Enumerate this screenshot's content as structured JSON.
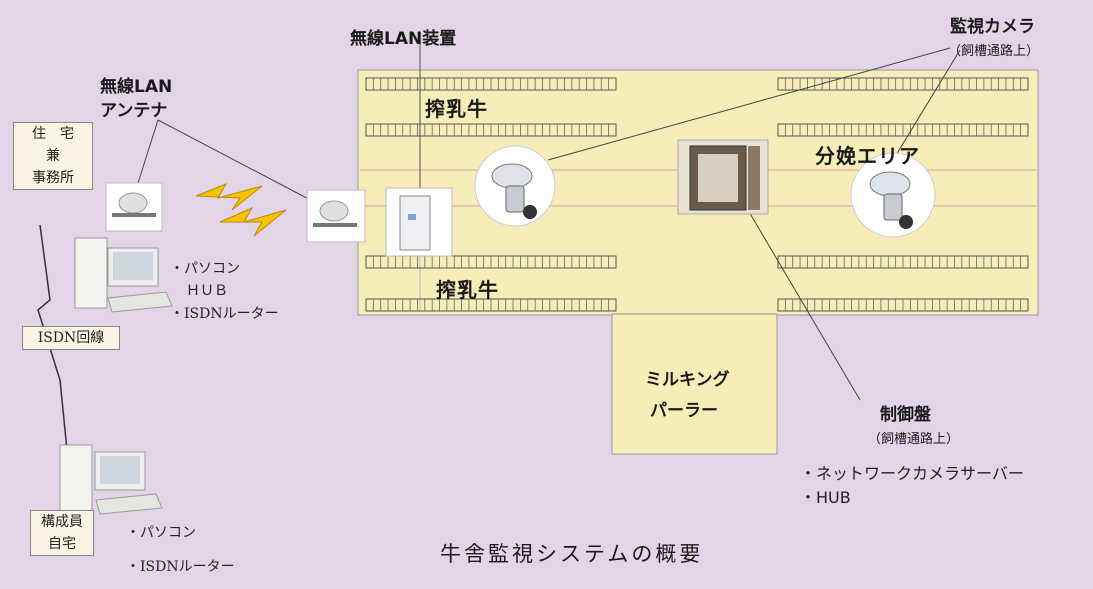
{
  "title": "牛舎監視システムの概要",
  "labels": {
    "lan_device": "無線LAN装置",
    "antenna_line1": "無線LAN",
    "antenna_line2": "アンテナ",
    "camera": "監視カメラ",
    "camera_note": "（飼槽通路上）",
    "milking_cow_top": "搾乳牛",
    "milking_cow_bottom": "搾乳牛",
    "calving_area": "分娩エリア",
    "milking_parlor_line1": "ミルキング",
    "milking_parlor_line2": "パーラー",
    "control_panel": "制御盤",
    "control_panel_note": "（飼槽通路上）",
    "residence_lines": [
      "住　宅",
      "兼",
      "事務所"
    ],
    "isdn_line": "ISDN回線",
    "member_home_lines": [
      "構成員",
      "自宅"
    ]
  },
  "office_equipment": [
    "・パソコン",
    "ＨＵＢ",
    "・ISDNルーター"
  ],
  "panel_equipment": [
    "・ネットワークカメラサーバー",
    "・HUB"
  ],
  "member_equipment": [
    "・パソコン",
    "・ISDNルーター"
  ],
  "icons": [
    "antenna-icon",
    "wireless-signal-icon",
    "lan-device-icon",
    "camera-icon",
    "control-panel-icon",
    "computer-icon"
  ]
}
